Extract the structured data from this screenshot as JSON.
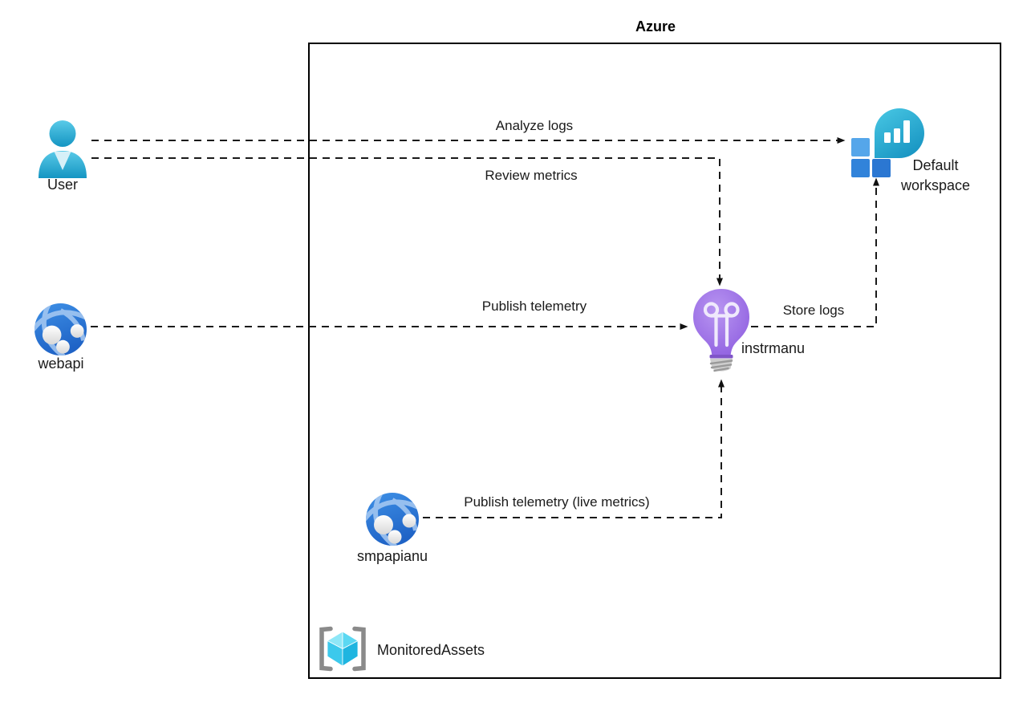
{
  "diagram_title": "Azure",
  "group": {
    "label": "MonitoredAssets",
    "type": "resource-group"
  },
  "nodes": {
    "user": {
      "label": "User",
      "type": "person"
    },
    "webapi": {
      "label": "webapi",
      "type": "web-app"
    },
    "smpapianu": {
      "label": "smpapianu",
      "type": "web-app"
    },
    "instrmanu": {
      "label": "instrmanu",
      "type": "application-insights"
    },
    "default_workspace": {
      "label": "Default workspace",
      "type": "log-analytics-workspace"
    }
  },
  "edges": {
    "analyze_logs": {
      "label": "Analyze logs",
      "from": "user",
      "to": "default_workspace"
    },
    "review_metrics": {
      "label": "Review metrics",
      "from": "user",
      "to": "instrmanu"
    },
    "publish_telemetry": {
      "label": "Publish telemetry",
      "from": "webapi",
      "to": "instrmanu"
    },
    "store_logs": {
      "label": "Store logs",
      "from": "instrmanu",
      "to": "default_workspace"
    },
    "publish_telemetry_live_metrics": {
      "label": "Publish telemetry (live metrics)",
      "from": "smpapianu",
      "to": "instrmanu"
    }
  },
  "colors": {
    "edge_line": "#1a1a1a",
    "boundary_border": "#000000",
    "label_text": "#1a1a1a",
    "person_cyan": "#2fb3da",
    "web_app_blue": "#2f7fdc",
    "web_app_arc": "#a9cbf2",
    "app_insights_purple": "#9c70e8",
    "bulb_base_gray": "#cdcdcd",
    "workspace_teal": "#2eb7d8",
    "workspace_square_light": "#55a6ea",
    "workspace_square_mid": "#3183da",
    "workspace_square_dark": "#2b77d2",
    "cube_top_left": "#8fe7f7",
    "cube_top_right": "#5bd8f2",
    "cube_bottom_left": "#3cc9ec",
    "cube_bottom_right": "#1fb5e0",
    "bracket_gray": "#8a8a8a"
  }
}
